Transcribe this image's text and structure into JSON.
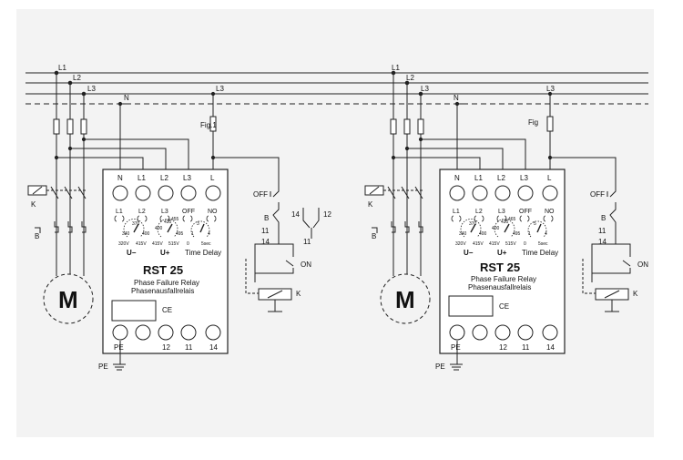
{
  "bus": {
    "l1": "L1",
    "l2": "L2",
    "l3": "L3",
    "n": "N",
    "l3_tap": "L3"
  },
  "figures": [
    {
      "fig_label": "Fig.1"
    },
    {
      "fig_label": "Fig"
    }
  ],
  "relay": {
    "top_terminals": [
      "N",
      "L1",
      "L2",
      "L3",
      "L"
    ],
    "dial_labels": [
      "L1",
      "L2",
      "L3",
      "OFF",
      "NO"
    ],
    "scale_under_motor_dial": "320V",
    "scale_labels": [
      "415V",
      "415V",
      "515V",
      "0",
      "5sec"
    ],
    "scale_top": [
      "370",
      "400",
      "435",
      "455",
      "465",
      "3",
      "5"
    ],
    "scale_side": [
      "340",
      "400",
      "495",
      "1",
      "4"
    ],
    "u_minus": "U−",
    "u_plus": "U+",
    "time_delay": "Time Delay",
    "model": "RST 25",
    "desc1": "Phase Failure Relay",
    "desc2": "Phasenausfallrelais",
    "ce_mark": "CE",
    "bottom_terminals": [
      "PE",
      "12",
      "11",
      "14"
    ]
  },
  "motor": {
    "label": "M",
    "k_label": "K",
    "b_label": "B"
  },
  "control": {
    "off": "OFF",
    "b": "B",
    "t11": "11",
    "t14": "14",
    "on": "ON",
    "k": "K",
    "c14": "14",
    "c11": "11",
    "c12": "12"
  },
  "pe": "PE"
}
